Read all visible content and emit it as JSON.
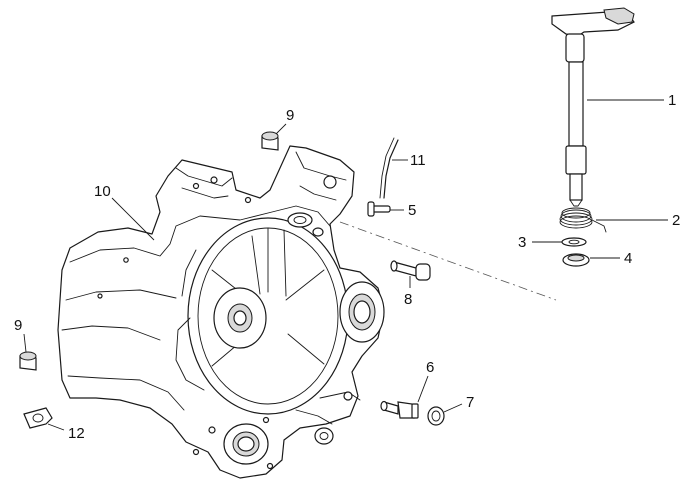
{
  "diagram": {
    "callouts": [
      {
        "id": "1",
        "label": "1"
      },
      {
        "id": "2",
        "label": "2"
      },
      {
        "id": "3",
        "label": "3"
      },
      {
        "id": "4",
        "label": "4"
      },
      {
        "id": "5",
        "label": "5"
      },
      {
        "id": "6",
        "label": "6"
      },
      {
        "id": "7",
        "label": "7"
      },
      {
        "id": "8",
        "label": "8"
      },
      {
        "id": "9a",
        "label": "9"
      },
      {
        "id": "9b",
        "label": "9"
      },
      {
        "id": "10",
        "label": "10"
      },
      {
        "id": "11",
        "label": "11"
      },
      {
        "id": "12",
        "label": "12"
      }
    ]
  }
}
